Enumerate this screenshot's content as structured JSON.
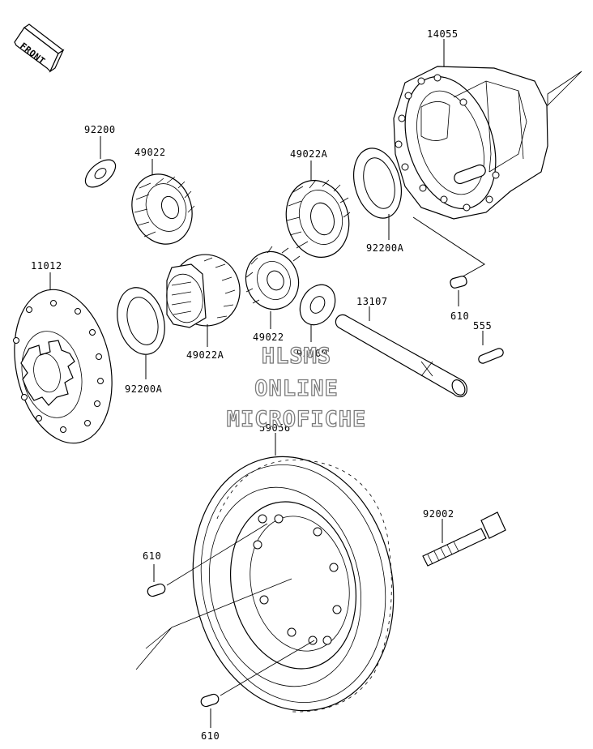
{
  "front_arrow": {
    "label": "FRONT"
  },
  "parts": {
    "p14055": "14055",
    "p92200_top": "92200",
    "p49022_top": "49022",
    "p49022A_top": "49022A",
    "p92200A_right": "92200A",
    "p11012": "11012",
    "p49022A_mid": "49022A",
    "p49022_mid": "49022",
    "p92200_mid": "92200",
    "p92200A_left": "92200A",
    "p13107": "13107",
    "p610_top": "610",
    "p555": "555",
    "p59056": "59056",
    "p92002": "92002",
    "p610_left": "610",
    "p610_bottom": "610"
  },
  "watermark": {
    "line1": "HLSMS",
    "line2": "ONLINE",
    "line3": "MICROFICHE"
  }
}
